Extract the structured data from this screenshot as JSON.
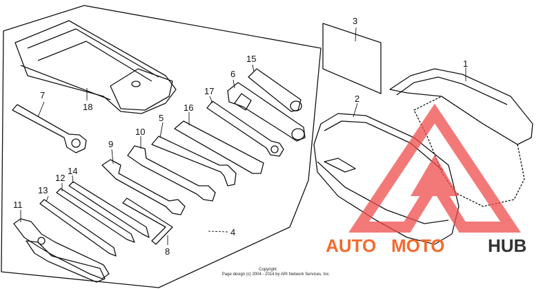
{
  "callouts": {
    "c1": "1",
    "c2": "2",
    "c3": "3",
    "c4": "4",
    "c5": "5",
    "c6": "6",
    "c7": "7",
    "c8": "8",
    "c9": "9",
    "c10": "10",
    "c11": "11",
    "c12": "12",
    "c13": "13",
    "c14": "14",
    "c15": "15",
    "c16": "16",
    "c17": "17",
    "c18": "18"
  },
  "copyright": {
    "line1": "Copyright",
    "line2": "Page design (c) 2004 - 2014 by ARI Network Services, Inc."
  },
  "watermark": {
    "part1": "AUTO",
    "part2": "MOTO",
    "part3": "HUB",
    "color_main": "#f26b2f",
    "color_dark": "#333333",
    "logo_color": "#ef4d4d"
  }
}
